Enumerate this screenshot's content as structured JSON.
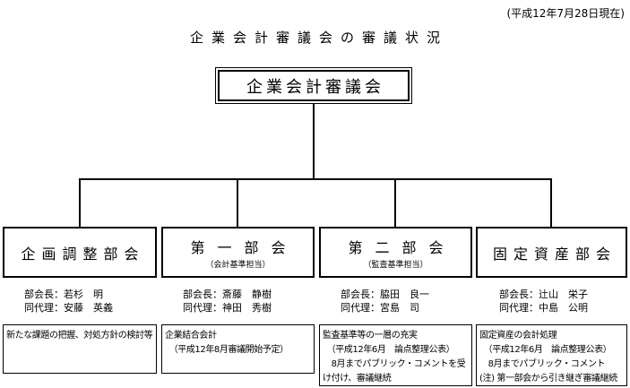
{
  "header": {
    "date": "(平成12年7月28日現在)",
    "title": "企業会計審議会の審議状況"
  },
  "root": {
    "label": "企業会計審議会"
  },
  "colors": {
    "line": "#000000",
    "background": "#ffffff",
    "text": "#000000"
  },
  "columns": [
    {
      "name": "企画調整部会",
      "subtitle": "",
      "chair": "部会長：若杉　明",
      "deputy": "同代理：安藤　英義",
      "detail_lines": [
        "新たな課題の把握、対処方針の検討等"
      ]
    },
    {
      "name": "第一部会",
      "subtitle": "（会計基準担当）",
      "chair": "部会長：斎藤　静樹",
      "deputy": "同代理：神田　秀樹",
      "detail_lines": [
        "企業結合会計",
        "　（平成12年8月審議開始予定）"
      ]
    },
    {
      "name": "第二部会",
      "subtitle": "（監査基準担当）",
      "chair": "部会長：脇田　良一",
      "deputy": "同代理：宮島　司",
      "detail_lines": [
        "監査基準等の一層の充実",
        "　（平成12年6月　論点整理公表）",
        "　8月までパブリック・コメントを受",
        "け付け、審議継続"
      ]
    },
    {
      "name": "固定資産部会",
      "subtitle": "",
      "chair": "部会長：辻山　栄子",
      "deputy": "同代理：中島　公明",
      "detail_lines": [
        "固定資産の会計処理",
        "　（平成12年6月　論点整理公表）",
        "　8月までパブリック・コメント",
        "(注) 第一部会から引き継ぎ審議継続"
      ]
    }
  ]
}
